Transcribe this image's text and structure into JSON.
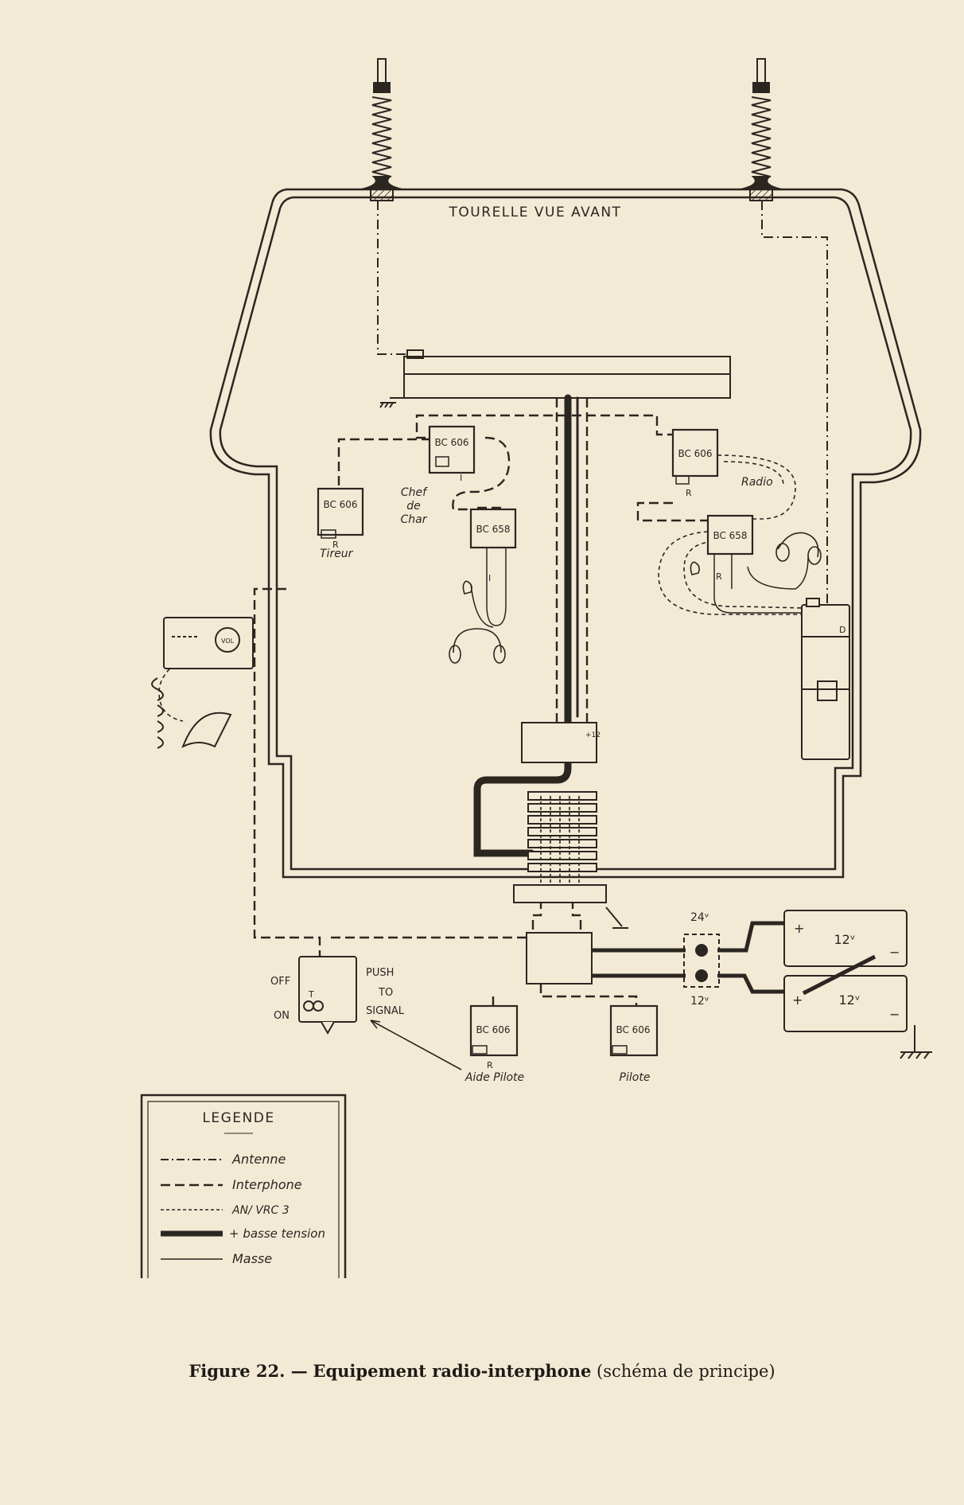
{
  "diagram": {
    "title": "TOURELLE VUE AVANT",
    "components": {
      "bc606_chef": "BC 606",
      "bc606_radio": "BC 606",
      "bc606_tireur": "BC 606",
      "bc658_chef": "BC 658",
      "bc658_radio": "BC 658",
      "bc606_aide": "BC 606",
      "bc606_pilote": "BC 606"
    },
    "labels": {
      "tireur": "Tireur",
      "chef_line1": "Chef",
      "chef_line2": "de",
      "chef_line3": "Char",
      "radio": "Radio",
      "aide_pilote": "Aide Pilote",
      "pilote": "Pilote",
      "off": "OFF",
      "on": "ON",
      "push": "PUSH",
      "to": "TO",
      "signal": "SIGNAL",
      "v24": "24ᵛ",
      "v12": "12ᵛ",
      "bat1": "12ᵛ",
      "bat2": "12ᵛ",
      "plus": "+",
      "minus": "−",
      "vol": "VOL",
      "r": "R",
      "i": "I",
      "t": "T",
      "d": "D",
      "plus12": "+12"
    },
    "legend": {
      "title": "LEGENDE",
      "items": [
        "Antenne",
        "Interphone",
        "AN/ VRC 3",
        "+ basse tension",
        "Masse"
      ]
    }
  },
  "caption": {
    "figure": "Figure 22. —",
    "title": "Equipement radio-interphone",
    "subtitle": "(schéma de principe)"
  }
}
